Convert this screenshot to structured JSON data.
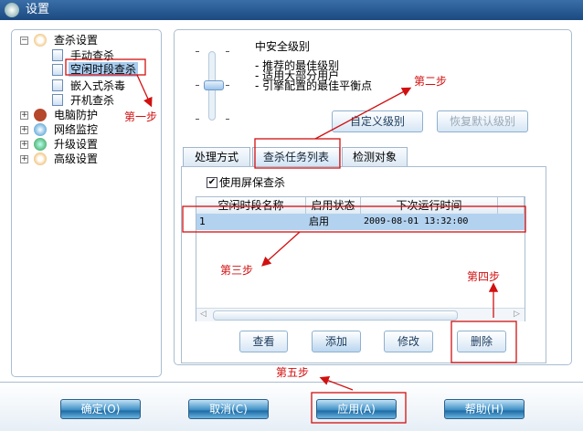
{
  "window": {
    "title": "设置"
  },
  "tree": {
    "items": [
      {
        "label": "查杀设置",
        "expanded": true,
        "children": [
          "手动查杀",
          "空闲时段查杀",
          "嵌入式杀毒",
          "开机查杀"
        ]
      },
      {
        "label": "电脑防护"
      },
      {
        "label": "网络监控"
      },
      {
        "label": "升级设置"
      },
      {
        "label": "高级设置"
      }
    ],
    "selected": "空闲时段查杀"
  },
  "level": {
    "title": "中安全级别",
    "bullets": [
      "- 推荐的最佳级别",
      "- 适用大部分用户",
      "- 引擎配置的最佳平衡点"
    ],
    "custom_btn": "自定义级别",
    "restore_btn": "恢复默认级别"
  },
  "tabs": [
    "处理方式",
    "查杀任务列表",
    "检测对象"
  ],
  "task": {
    "checkbox": "使用屏保查杀",
    "checked": true,
    "columns": [
      "空闲时段名称",
      "启用状态",
      "下次运行时间"
    ],
    "rows": [
      [
        "1",
        "启用",
        "2009-08-01  13:32:00"
      ]
    ],
    "buttons": [
      "查看",
      "添加",
      "修改",
      "删除"
    ]
  },
  "footer": {
    "buttons": [
      "确定(O)",
      "取消(C)",
      "应用(A)",
      "帮助(H)"
    ]
  },
  "annotations": [
    "第一步",
    "第二步",
    "第三步",
    "第四步",
    "第五步"
  ],
  "colors": {
    "annotation": "#d21010",
    "title_bar": "#1b4a80",
    "selection": "#b3d2ef"
  }
}
